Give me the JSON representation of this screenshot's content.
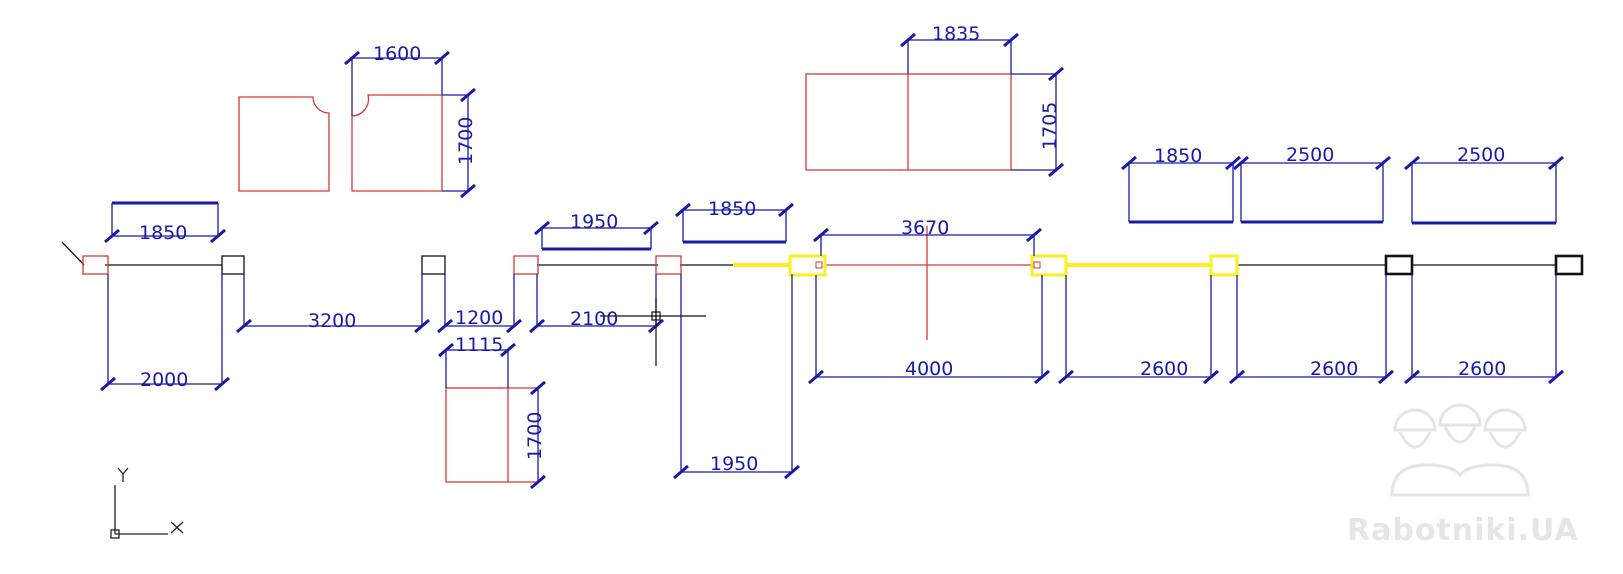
{
  "drawing": {
    "colors": {
      "dimension": "#1a1aa8",
      "outline_red": "#d23a3a",
      "highlight_yellow": "#ffee22",
      "line_black": "#111111"
    },
    "dimensions": {
      "d1850_left": "1850",
      "d2000": "2000",
      "d1600": "1600",
      "d1700_top": "1700",
      "d3200": "3200",
      "d1200": "1200",
      "d1115": "1115",
      "d1700_bottom": "1700",
      "d1950_top": "1950",
      "d2100": "2100",
      "d1850_mid": "1850",
      "d1950_bottom": "1950",
      "d1835": "1835",
      "d1705": "1705",
      "d3670": "3670",
      "d4000": "4000",
      "d1850_right": "1850",
      "d2500_a": "2500",
      "d2500_b": "2500",
      "d2600_a": "2600",
      "d2600_b": "2600",
      "d2600_c": "2600"
    },
    "axes": {
      "y_label": "Y",
      "x_label": "X"
    },
    "watermark": "Rabotniki.UA"
  }
}
